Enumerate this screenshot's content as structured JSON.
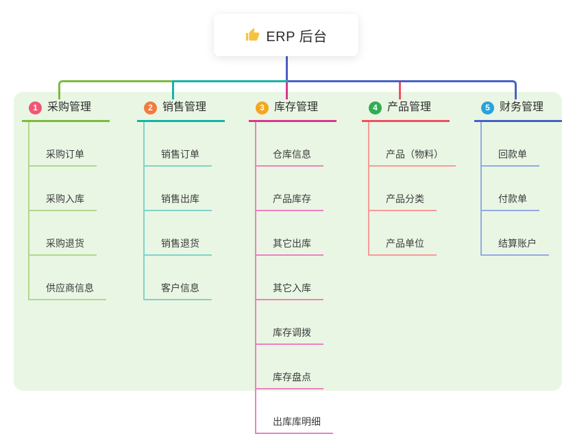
{
  "root": {
    "icon_name": "thumbs-up",
    "icon_color": "#f7c242",
    "title": "ERP 后台",
    "line_color": "#4a5ec7"
  },
  "canvas_bg": "#e9f6e4",
  "branches": [
    {
      "num": "1",
      "title": "采购管理",
      "badge_color": "#f25573",
      "line_color": "#7cba3d",
      "child_line_color": "#b0d88e",
      "children": [
        "采购订单",
        "采购入库",
        "采购退货",
        "供应商信息"
      ]
    },
    {
      "num": "2",
      "title": "销售管理",
      "badge_color": "#f37b3f",
      "line_color": "#14b3a6",
      "child_line_color": "#7fd2c8",
      "children": [
        "销售订单",
        "销售出库",
        "销售退货",
        "客户信息"
      ]
    },
    {
      "num": "3",
      "title": "库存管理",
      "badge_color": "#f6a51f",
      "line_color": "#d8378f",
      "child_line_color": "#ef7fc0",
      "children": [
        "仓库信息",
        "产品库存",
        "其它出库",
        "其它入库",
        "库存调拨",
        "库存盘点",
        "出库库明细"
      ]
    },
    {
      "num": "4",
      "title": "产品管理",
      "badge_color": "#30ad51",
      "line_color": "#f04e5e",
      "child_line_color": "#f79a97",
      "children": [
        "产品（物料）",
        "产品分类",
        "产品单位"
      ]
    },
    {
      "num": "5",
      "title": "财务管理",
      "badge_color": "#29a3da",
      "line_color": "#4660c6",
      "child_line_color": "#92a9e2",
      "children": [
        "回款单",
        "付款单",
        "结算账户"
      ]
    }
  ]
}
